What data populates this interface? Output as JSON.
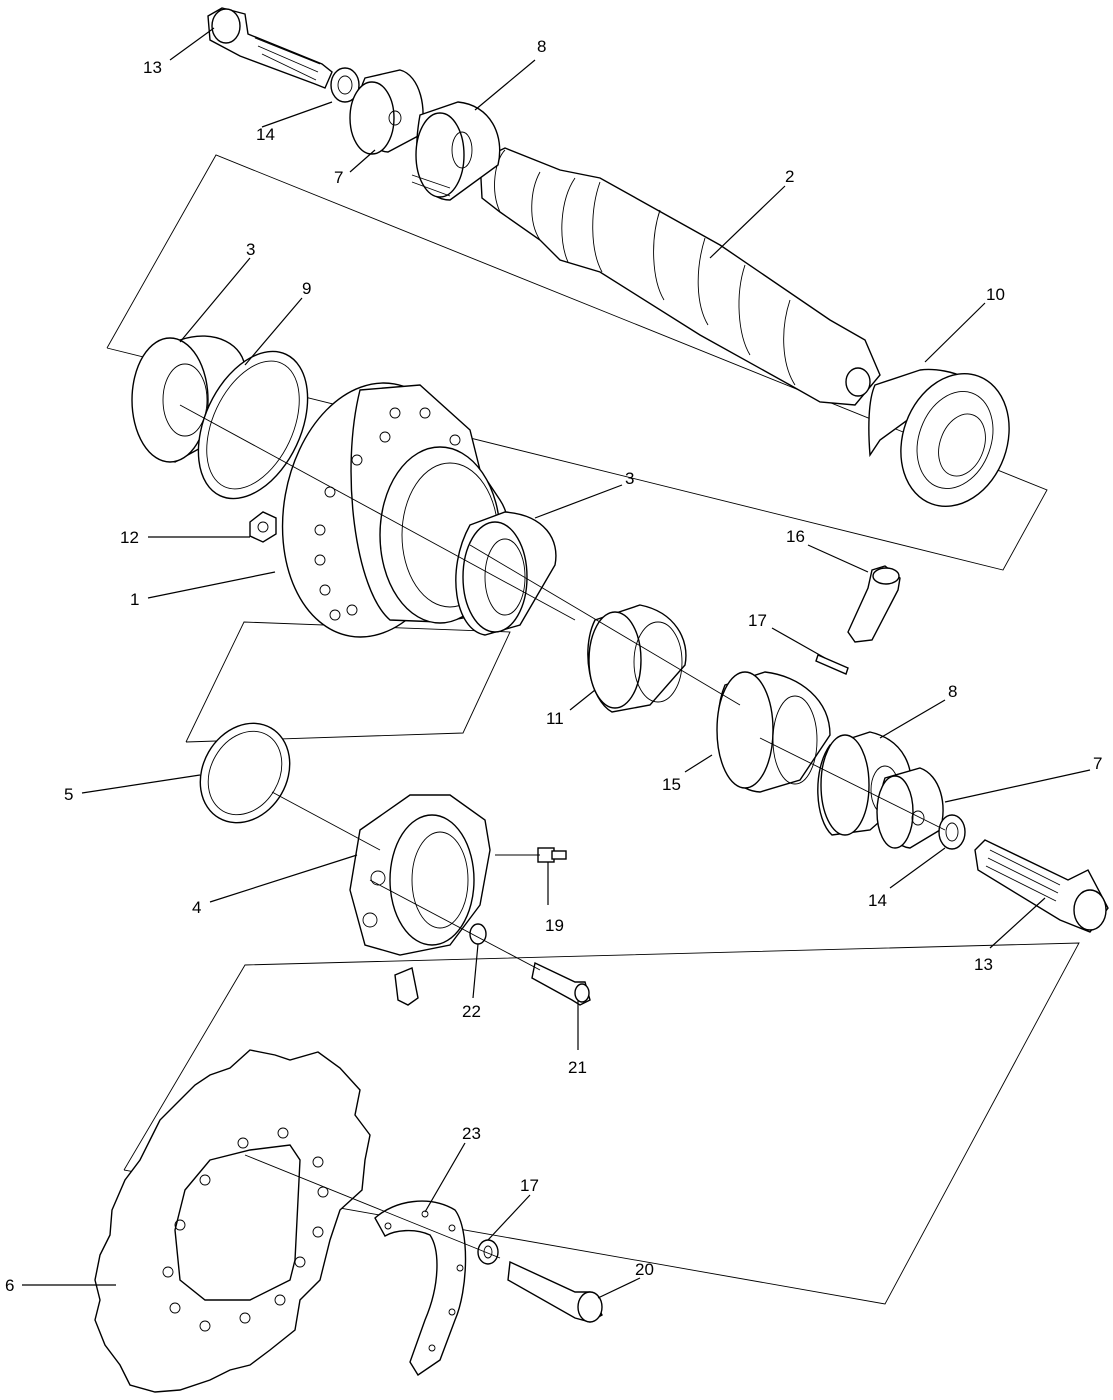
{
  "callouts": {
    "c13a": "13",
    "c14a": "14",
    "c7a": "7",
    "c8a": "8",
    "c2": "2",
    "c10": "10",
    "c3a": "3",
    "c9": "9",
    "c3b": "3",
    "c12": "12",
    "c1": "1",
    "c16": "16",
    "c17a": "17",
    "c11": "11",
    "c8b": "8",
    "c15": "15",
    "c7b": "7",
    "c5": "5",
    "c4": "4",
    "c19": "19",
    "c14b": "14",
    "c13b": "13",
    "c22": "22",
    "c21": "21",
    "c23": "23",
    "c17b": "17",
    "c20": "20",
    "c6": "6"
  }
}
